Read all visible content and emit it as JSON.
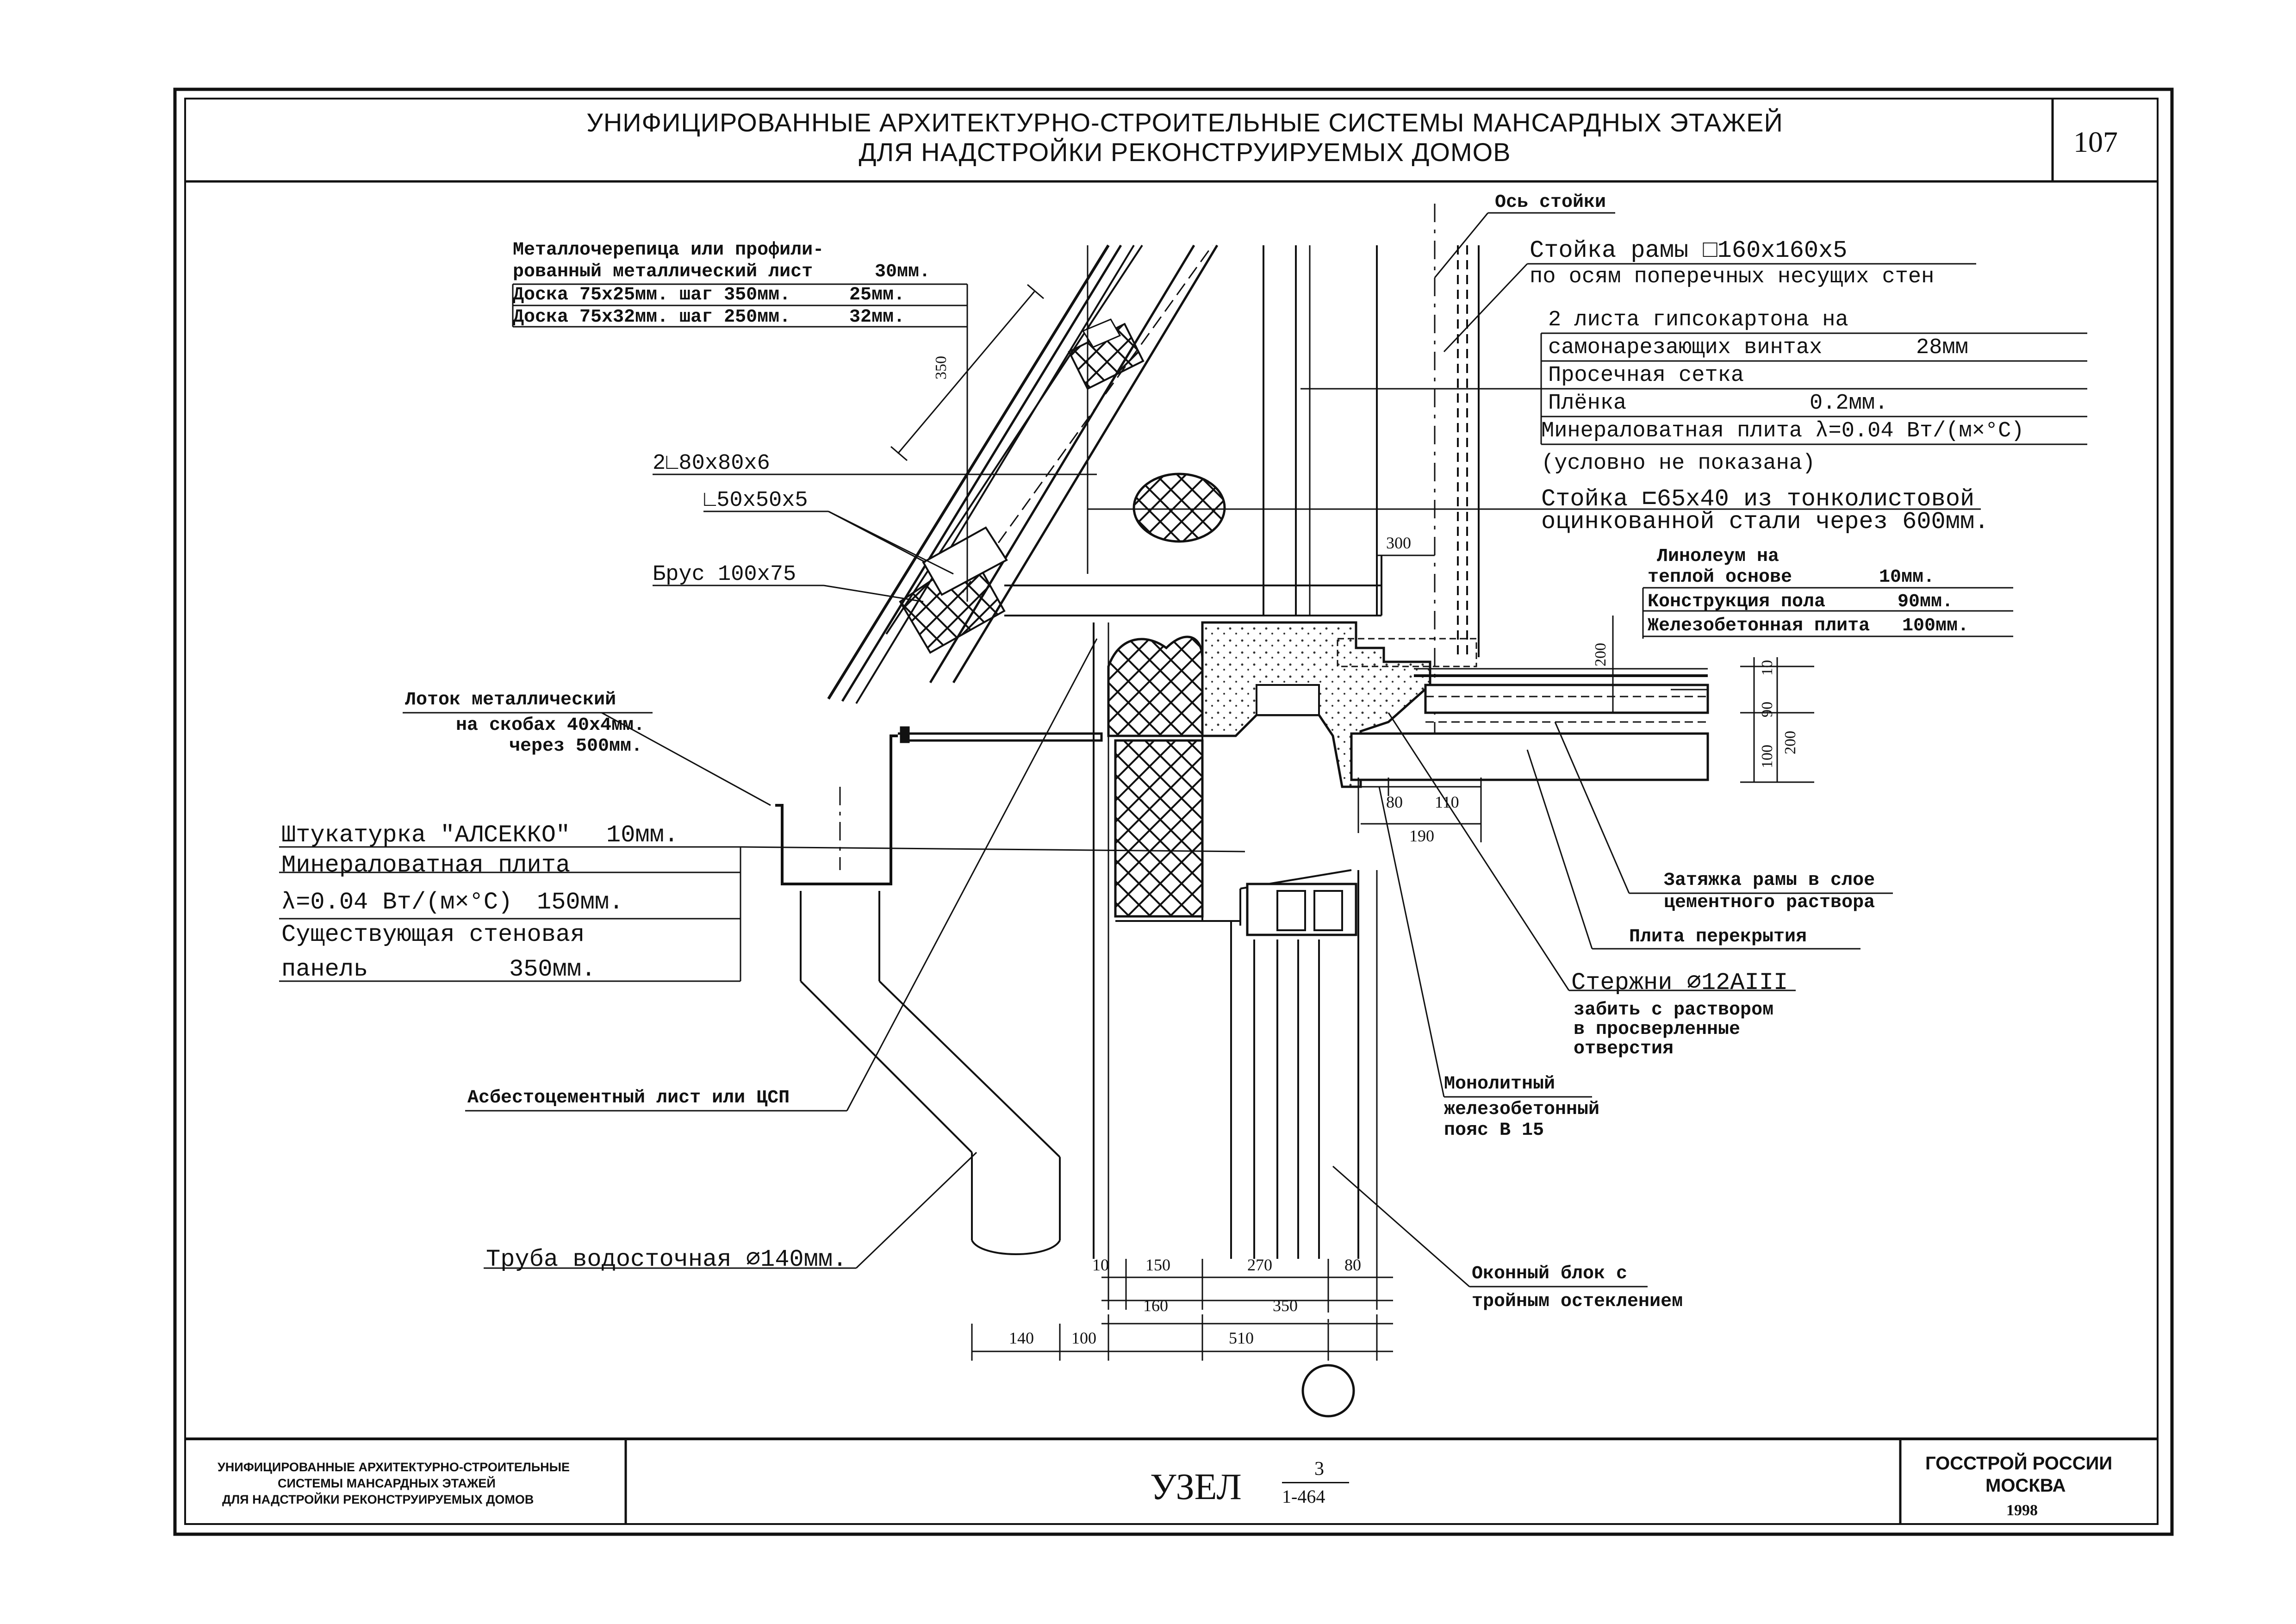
{
  "header": {
    "title_line1": "УНИФИЦИРОВАННЫЕ АРХИТЕКТУРНО-СТРОИТЕЛЬНЫЕ СИСТЕМЫ МАНСАРДНЫХ ЭТАЖЕЙ",
    "title_line2": "ДЛЯ НАДСТРОЙКИ РЕКОНСТРУИРУЕМЫХ ДОМОВ",
    "page_number": "107"
  },
  "labels": {
    "roof_1a": "Металлочерепица или профили-",
    "roof_1b": "рованный металлический лист",
    "roof_1c": "30мм.",
    "roof_2a": "Доска 75х25мм. шаг 350мм.",
    "roof_2b": "25мм.",
    "roof_3a": "Доска 75х32мм. шаг 250мм.",
    "roof_3b": "32мм.",
    "dim_350_slope": "350",
    "angle_2l": "2∟80х80х6",
    "angle_l": "∟50х50х5",
    "beam": "Брус 100х75",
    "gutter_1": "Лоток металлический",
    "gutter_2": "на скобах 40х4мм.",
    "gutter_3": "через 500мм.",
    "wall_1a": "Штукатурка \"АЛСЕККО\"",
    "wall_1b": "10мм.",
    "wall_2": "Минераловатная плита",
    "wall_3a": "λ=0.04 Вт/(м×°С)",
    "wall_3b": "150мм.",
    "wall_4": "Существующая стеновая",
    "wall_5a": "панель",
    "wall_5b": "350мм.",
    "asbestos": "Асбестоцементный лист или ЦСП",
    "pipe": "Труба водосточная ⌀140мм.",
    "axis": "Ось стойки",
    "post_1": "Стойка рамы □160х160х5",
    "post_2": "по осям поперечных несущих стен",
    "gk_1": "2 листа гипсокартона на",
    "gk_2a": "самонарезающих винтах",
    "gk_2b": "28мм",
    "mesh": "Просечная сетка",
    "film_a": "Плёнка",
    "film_b": "0.2мм.",
    "mw": "Минераловатная плита λ=0.04 Вт/(м×°С)",
    "mw_note": "(условно не показана)",
    "stud_1": "Стойка ⊏65х40 из тонколистовой",
    "stud_2": "оцинкованной стали через 600мм.",
    "dim_300": "300",
    "floor_1a": "Линолеум на",
    "floor_1b": "теплой основе",
    "floor_1c": "10мм.",
    "floor_2a": "Конструкция пола",
    "floor_2b": "90мм.",
    "floor_3a": "Железобетонная плита",
    "floor_3b": "100мм.",
    "dim_200": "200",
    "dim_10": "10",
    "dim_90": "90",
    "dim_100_v": "100",
    "dim_200_v": "200",
    "dim_80": "80",
    "dim_110": "110",
    "dim_190": "190",
    "tie_1": "Затяжка рамы в слое",
    "tie_2": "цементного раствора",
    "slab": "Плита перекрытия",
    "rods_1": "Стержни ⌀12АIII",
    "rods_2": "забить с раствором",
    "rods_3": "в просверленные",
    "rods_4": "отверстия",
    "belt_1": "Монолитный",
    "belt_2": "железобетонный",
    "belt_3": "пояс В 15",
    "window_1": "Оконный блок с",
    "window_2": "тройным остеклением",
    "bd_10": "10",
    "bd_150": "150",
    "bd_270": "270",
    "bd_80": "80",
    "bd_160": "160",
    "bd_350": "350",
    "bd_140": "140",
    "bd_100": "100",
    "bd_510": "510"
  },
  "footer": {
    "left_1": "УНИФИЦИРОВАННЫЕ АРХИТЕКТУРНО-СТРОИТЕЛЬНЫЕ",
    "left_2": "СИСТЕМЫ МАНСАРДНЫХ ЭТАЖЕЙ",
    "left_3": "ДЛЯ НАДСТРОЙКИ РЕКОНСТРУИРУЕМЫХ ДОМОВ",
    "node": "УЗЕЛ",
    "node_num": "3",
    "node_den": "1-464",
    "org_1": "ГОССТРОЙ РОССИИ",
    "org_2": "МОСКВА",
    "year": "1998"
  },
  "colors": {
    "ink": "#111111",
    "paper": "#ffffff"
  }
}
